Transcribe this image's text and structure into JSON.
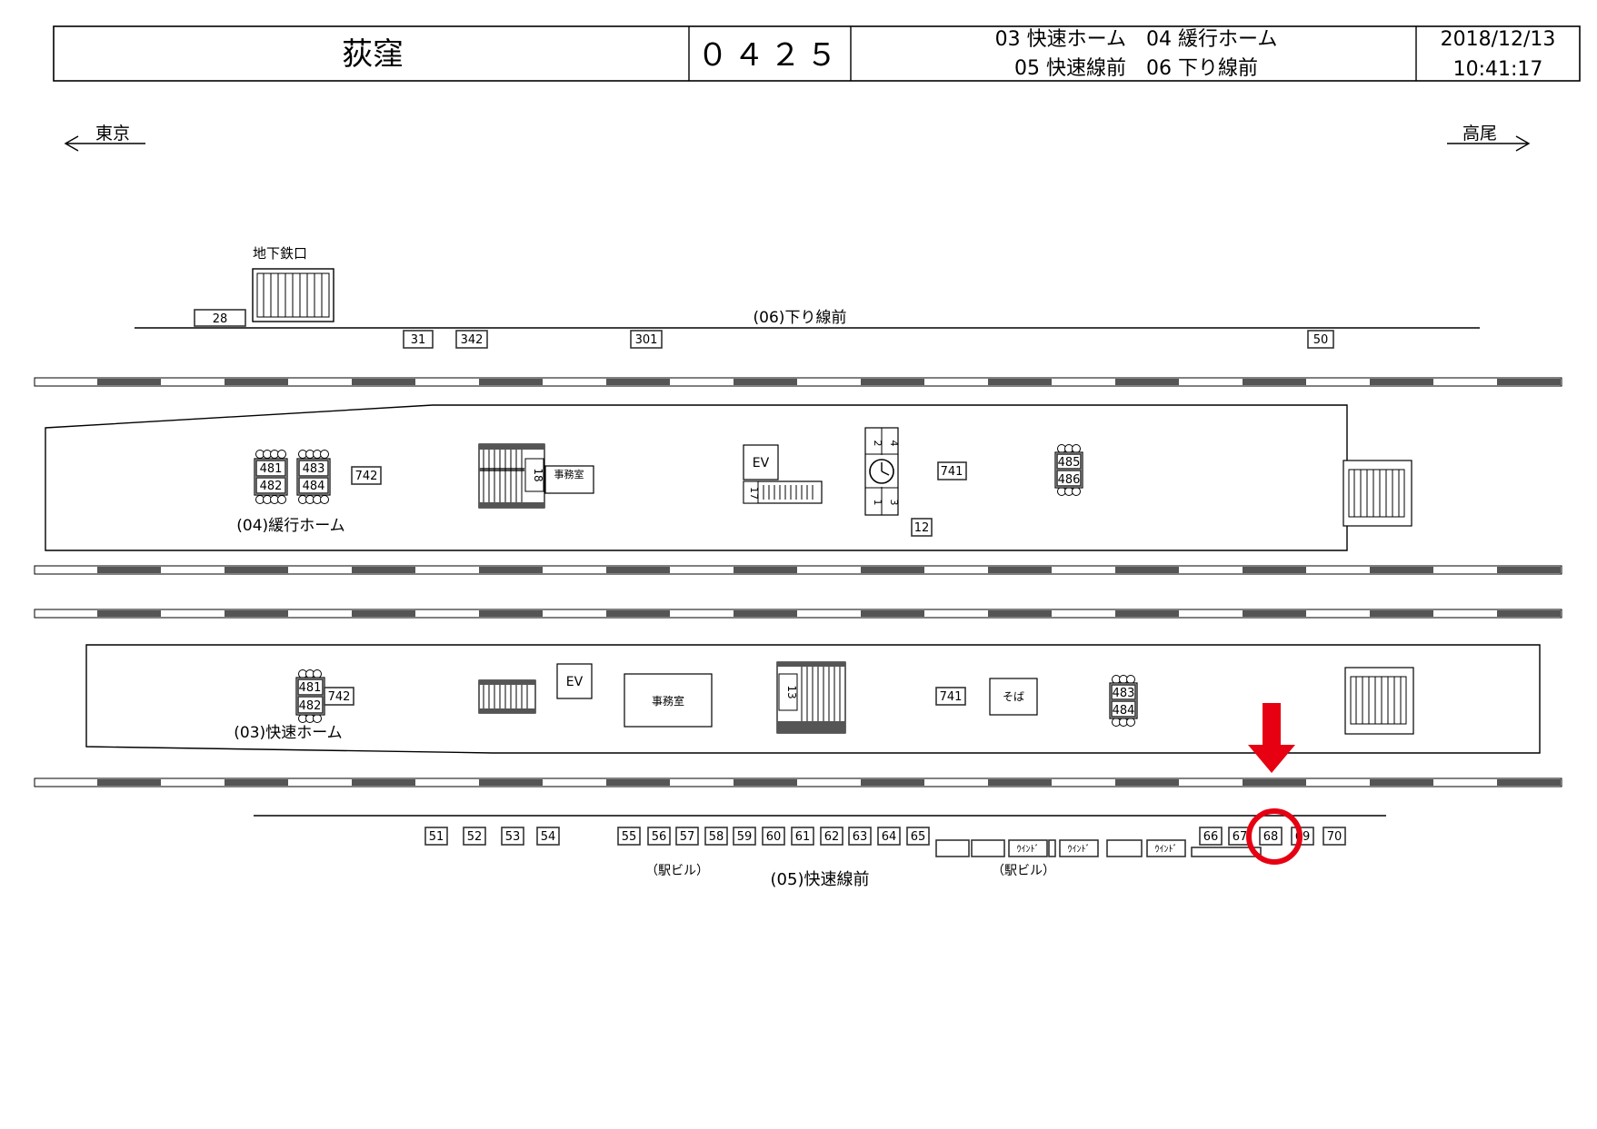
{
  "header": {
    "station": "荻窪",
    "code": "０４２５",
    "legend_line1": "03 快速ホーム　04 緩行ホーム",
    "legend_line2": "05 快速線前　06 下り線前",
    "date": "2018/12/13",
    "time": "10:41:17"
  },
  "directions": {
    "left": "東京",
    "right": "高尾"
  },
  "top_area": {
    "subway_exit_label": "地下鉄口",
    "line_label": "(06)下り線前",
    "boards": [
      "28",
      "31",
      "342",
      "301",
      "50"
    ]
  },
  "platform_04": {
    "label": "(04)緩行ホーム",
    "bench_pairs": [
      [
        "481",
        "482"
      ],
      [
        "483",
        "484"
      ],
      [
        "485",
        "486"
      ]
    ],
    "boards": [
      "742",
      "741",
      "12"
    ],
    "stair_number": "18",
    "office_label": "事務室",
    "elevator_label": "EV",
    "escalator_number": "17",
    "clock_numbers": [
      "2",
      "4",
      "1",
      "3"
    ]
  },
  "platform_03": {
    "label": "(03)快速ホーム",
    "bench_pairs": [
      [
        "481",
        "482"
      ],
      [
        "483",
        "484"
      ]
    ],
    "boards": [
      "742",
      "741"
    ],
    "elevator_label": "EV",
    "office_label": "事務室",
    "stair_number": "13",
    "shop_label": "そば"
  },
  "bottom_area": {
    "line_label": "(05)快速線前",
    "station_building_label": "（駅ビル）",
    "window_label": "ｳｲﾝﾄﾞ",
    "boards": [
      "51",
      "52",
      "53",
      "54",
      "55",
      "56",
      "57",
      "58",
      "59",
      "60",
      "61",
      "62",
      "63",
      "64",
      "65",
      "66",
      "67",
      "68",
      "69",
      "70"
    ],
    "highlighted_board": "68"
  },
  "colors": {
    "highlight": "#e60012",
    "tactile": "#555555"
  }
}
